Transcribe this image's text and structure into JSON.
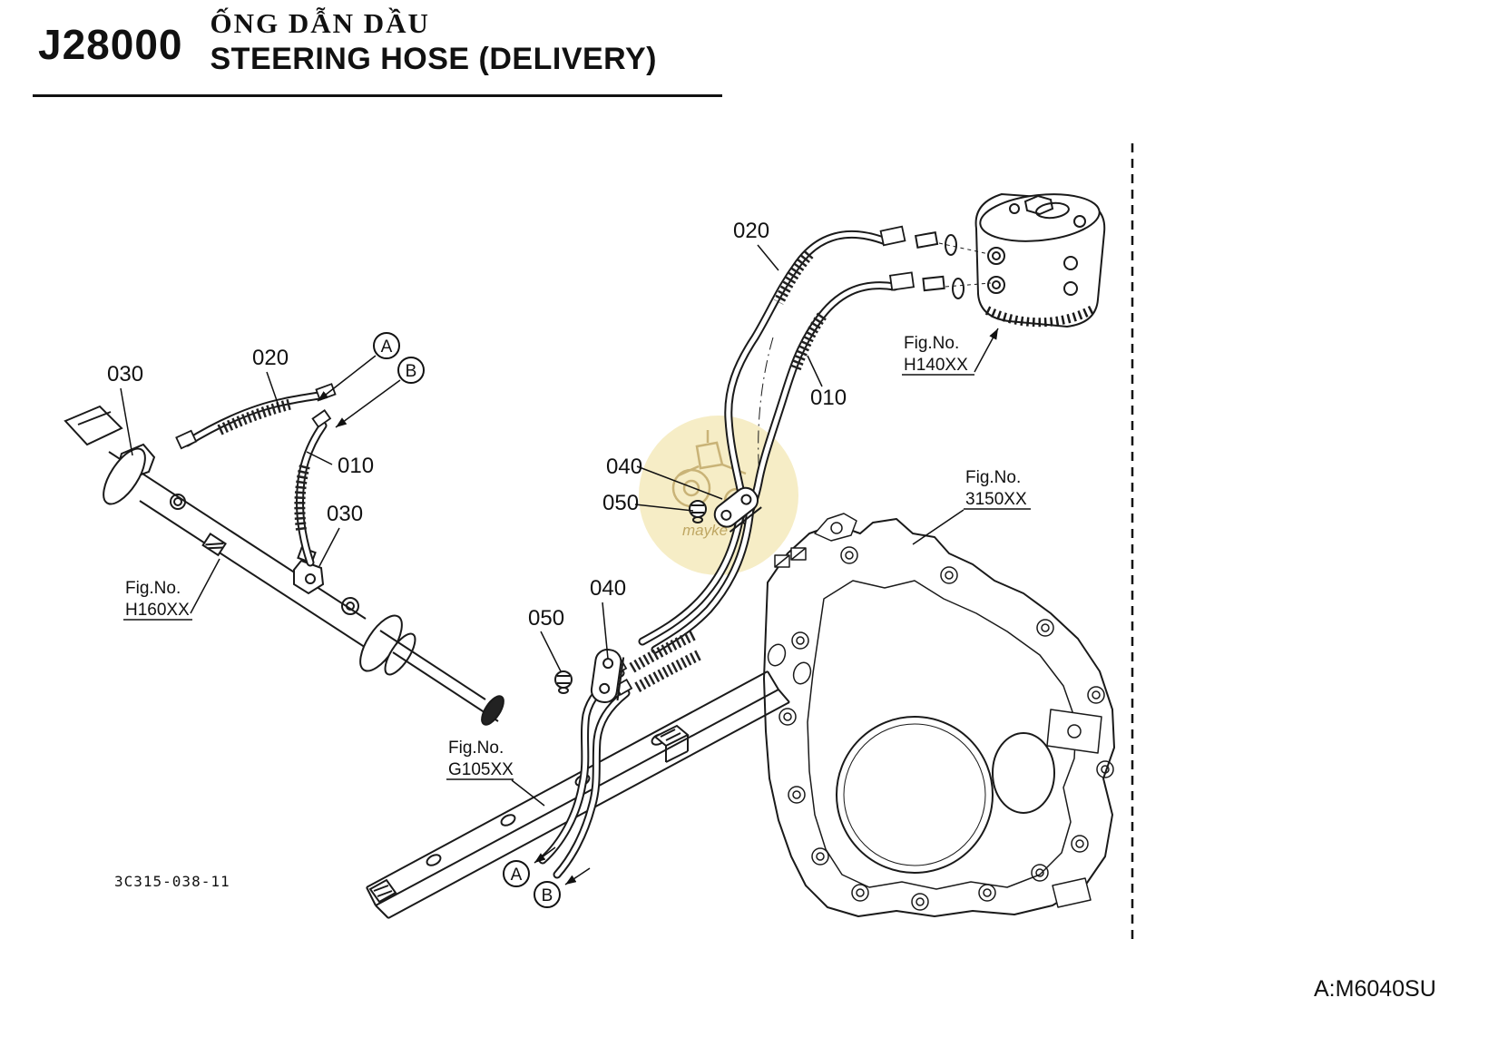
{
  "header": {
    "code": "J28000",
    "title_vi": "ỐNG DẪN DẦU",
    "title_en": "STEERING HOSE (DELIVERY)"
  },
  "parts": {
    "p010": "010",
    "p020": "020",
    "p030": "030",
    "p040": "040",
    "p050": "050"
  },
  "fig_refs": {
    "prefix": "Fig.No.",
    "steering_controller": "H140XX",
    "steering_cylinder": "H160XX",
    "transmission_case": "3150XX",
    "frame": "G105XX"
  },
  "ref_letters": {
    "a": "A",
    "b": "B"
  },
  "footer": {
    "drawing_no": "3C315-038-11",
    "model_code": "A:M6040SU"
  },
  "watermark": {
    "text": "mayke"
  },
  "colors": {
    "ink": "#111111",
    "watermark_fill": "#f6ecc3",
    "watermark_ink": "#c9b377"
  }
}
